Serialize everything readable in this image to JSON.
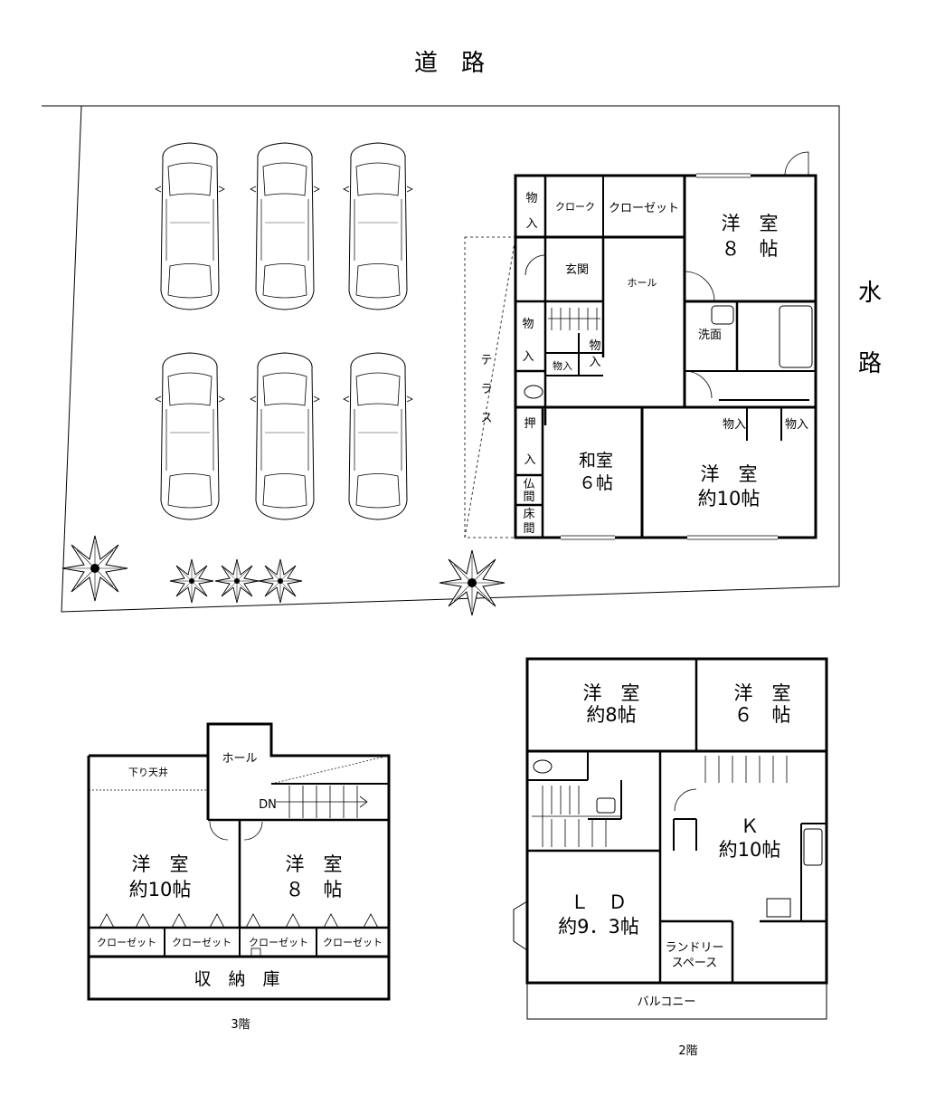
{
  "surroundings": {
    "road": "道　路",
    "waterway_1": "水",
    "waterway_2": "路",
    "terrace": [
      "テ",
      "ラ",
      "ス"
    ]
  },
  "floor1": {
    "storage_a": [
      "物",
      "入"
    ],
    "cloak": "クローク",
    "closet_top": "クローゼット",
    "western_8": [
      "洋　室",
      "８　帖"
    ],
    "entrance": "玄関",
    "hall": "ホール",
    "storage_b": [
      "物",
      "入"
    ],
    "storage_c": "物入",
    "storage_d": [
      "物",
      "入"
    ],
    "washroom": "洗面",
    "oshiire": [
      "押",
      "入"
    ],
    "butsuma": [
      "仏",
      "間"
    ],
    "tokonoma": [
      "床",
      "間"
    ],
    "japanese": [
      "和室",
      "６帖"
    ],
    "storage_e": "物入",
    "storage_f": "物入",
    "western_10": [
      "洋　室",
      "約10帖"
    ]
  },
  "floor3": {
    "hall": "ホール",
    "lowered_ceiling": "下り天井",
    "dn": "DN",
    "western_10": [
      "洋　室",
      "約10帖"
    ],
    "western_8": [
      "洋　室",
      "８　帖"
    ],
    "closets": [
      "クローゼット",
      "クローゼット",
      "クローゼット",
      "クローゼット"
    ],
    "storage": "収　納　庫",
    "floor_label": "3階"
  },
  "floor2": {
    "western_8": [
      "洋　室",
      "約8帖"
    ],
    "western_6": [
      "洋　室",
      "６　帖"
    ],
    "kitchen": [
      "Ｋ",
      "約10帖"
    ],
    "ld": [
      "Ｌ　Ｄ",
      "約9．3帖"
    ],
    "laundry": [
      "ランドリー",
      "スペース"
    ],
    "balcony": "バルコニー",
    "floor_label": "2階"
  }
}
